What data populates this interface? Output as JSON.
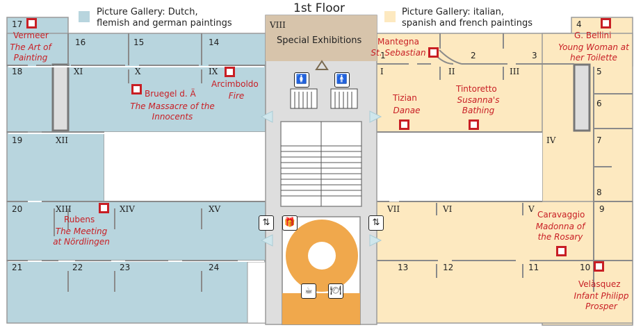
{
  "title": "1st Floor",
  "legend": {
    "dutch": {
      "color": "#b8d5de",
      "lines": [
        "Picture Gallery: Dutch,",
        "flemish and german paintings"
      ]
    },
    "italian": {
      "color": "#fde9c0",
      "lines": [
        "Picture Gallery: italian,",
        "spanish and french paintings"
      ]
    }
  },
  "special": {
    "room": "VIII",
    "label": "Special Exhibitions",
    "color": "#d7c4ab"
  },
  "rooms": [
    "17",
    "16",
    "15",
    "14",
    "18",
    "XI",
    "X",
    "IX",
    "19",
    "XII",
    "20",
    "XIII",
    "XIV",
    "XV",
    "21",
    "22",
    "23",
    "24",
    "1",
    "2",
    "3",
    "I",
    "II",
    "III",
    "4",
    "5",
    "6",
    "IV",
    "7",
    "8",
    "VII",
    "VI",
    "V",
    "9",
    "13",
    "12",
    "11",
    "10"
  ],
  "artworks": [
    {
      "artist": "Vermeer",
      "work": [
        "The Art of",
        "Painting"
      ]
    },
    {
      "artist": "Bruegel d. Ä",
      "work": [
        "The Massacre of the",
        "Innocents"
      ]
    },
    {
      "artist": "Arcimboldo",
      "work": [
        "Fire"
      ]
    },
    {
      "artist": "Rubens",
      "work": [
        "The Meeting",
        "at Nördlingen"
      ]
    },
    {
      "artist": "Mantegna",
      "work": [
        "St. Sebastian"
      ]
    },
    {
      "artist": "Tizian",
      "work": [
        "Danae"
      ]
    },
    {
      "artist": "Tintoretto",
      "work": [
        "Susanna's",
        "Bathing"
      ]
    },
    {
      "artist": "G. Bellini",
      "work": [
        "Young Woman at",
        "her Toilette"
      ]
    },
    {
      "artist": "Caravaggio",
      "work": [
        "Madonna of",
        "the Rosary"
      ]
    },
    {
      "artist": "Velàsquez",
      "work": [
        "Infant Philipp",
        "Prosper"
      ]
    }
  ],
  "icons": [
    "restroom-icon",
    "elevator-icon",
    "gift-shop-icon",
    "cafe-icon",
    "restaurant-icon"
  ],
  "colors": {
    "cafe": "#f0a84c",
    "outline": "#9a9a9a",
    "artwork_marker": "#c81e24"
  }
}
